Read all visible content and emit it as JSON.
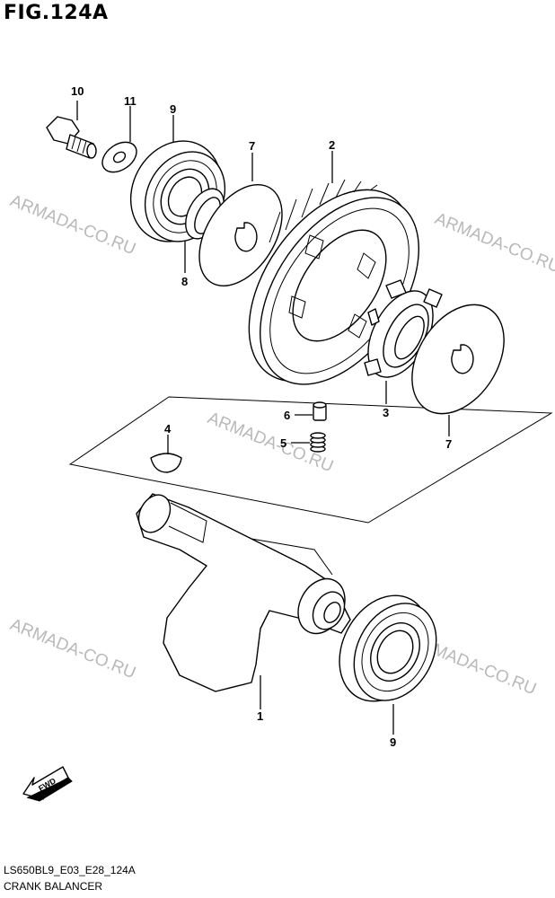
{
  "figure": {
    "title": "FIG.124A",
    "code": "LS650BL9_E03_E28_124A",
    "name": "CRANK BALANCER"
  },
  "watermark": "ARMADA-CO.RU",
  "callouts": {
    "p1": "1",
    "p2": "2",
    "p3": "3",
    "p4": "4",
    "p5": "5",
    "p6": "6",
    "p7a": "7",
    "p7b": "7",
    "p8": "8",
    "p9a": "9",
    "p9b": "9",
    "p10": "10",
    "p11": "11"
  },
  "fwd_label": "FWD"
}
